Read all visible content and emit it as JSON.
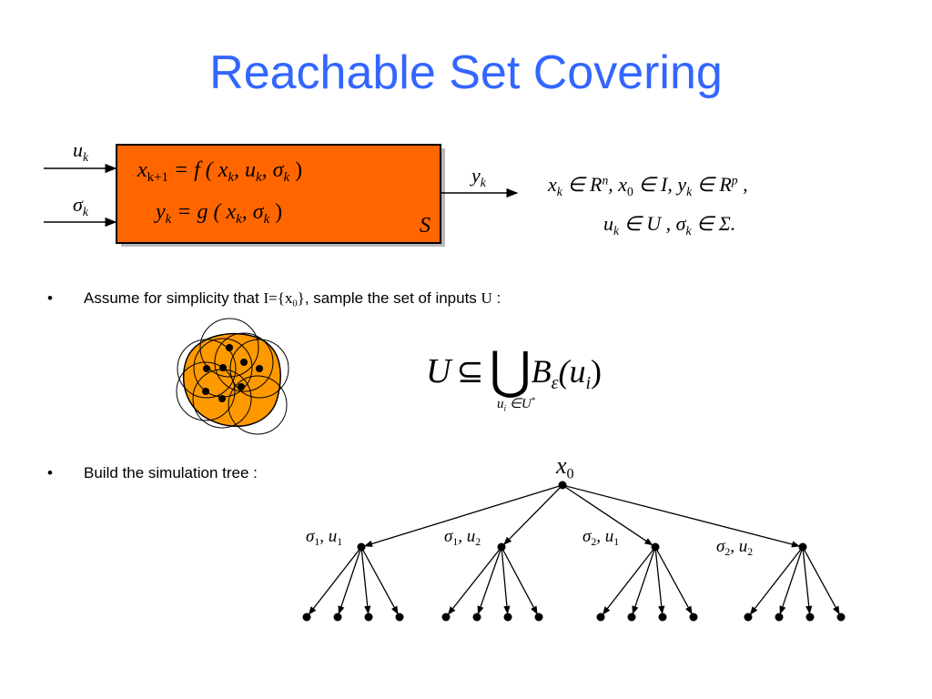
{
  "slide": {
    "title": "Reachable Set Covering"
  },
  "system": {
    "input_u": "u",
    "input_u_sub": "k",
    "input_sigma": "σ",
    "input_sigma_sub": "k",
    "output_y": "y",
    "output_y_sub": "k",
    "name": "S",
    "eq1": {
      "lhs": "x",
      "lhs_sub": "k+1",
      "rhs": "= f ( x",
      "a_sub": "k",
      "b": ", u",
      "b_sub": "k",
      "c": ", σ",
      "c_sub": "k",
      "close": ")"
    },
    "eq2": {
      "lhs": "y",
      "lhs_sub": "k",
      "rhs": "= g ( x",
      "a_sub": "k",
      "c": ", σ",
      "c_sub": "k",
      "close": ")"
    }
  },
  "domains": {
    "line1_parts": [
      "x",
      "k",
      " ∈ R",
      "n",
      ", x",
      "0",
      " ∈ I, y",
      "k",
      " ∈ R",
      "p",
      " ,"
    ],
    "line2_parts": [
      "u",
      "k",
      " ∈ U , σ",
      "k",
      " ∈ Σ."
    ]
  },
  "bullets": {
    "b1_text": "Assume for simplicity that ",
    "b1_math": "I={x",
    "b1_math_sub": "0",
    "b1_math_close": "}",
    "b1_text2": ", sample the set of inputs ",
    "b1_math2": "U",
    "b1_text3": " :",
    "b2_text": "Build the simulation tree :",
    "marker": "•"
  },
  "formula": {
    "lhs": "U",
    "subset": "⊆",
    "cup": "⋃",
    "ball": "B",
    "ball_sub": "ε",
    "arg": "(u",
    "arg_sub": "i",
    "arg_close": ")",
    "under": "u",
    "under_sub": "i",
    "under_rest": " ∈U",
    "under_sup": "*"
  },
  "tree": {
    "root": "x",
    "root_sub": "0",
    "children": [
      {
        "a": "σ",
        "a_sub": "1",
        "b": ", u",
        "b_sub": "1"
      },
      {
        "a": "σ",
        "a_sub": "1",
        "b": ", u",
        "b_sub": "2"
      },
      {
        "a": "σ",
        "a_sub": "2",
        "b": ", u",
        "b_sub": "1"
      },
      {
        "a": "σ",
        "a_sub": "2",
        "b": ", u",
        "b_sub": "2"
      }
    ]
  },
  "colors": {
    "title": "#3366ff",
    "system_fill": "#ff6600",
    "covering_fill": "#ff9900"
  }
}
